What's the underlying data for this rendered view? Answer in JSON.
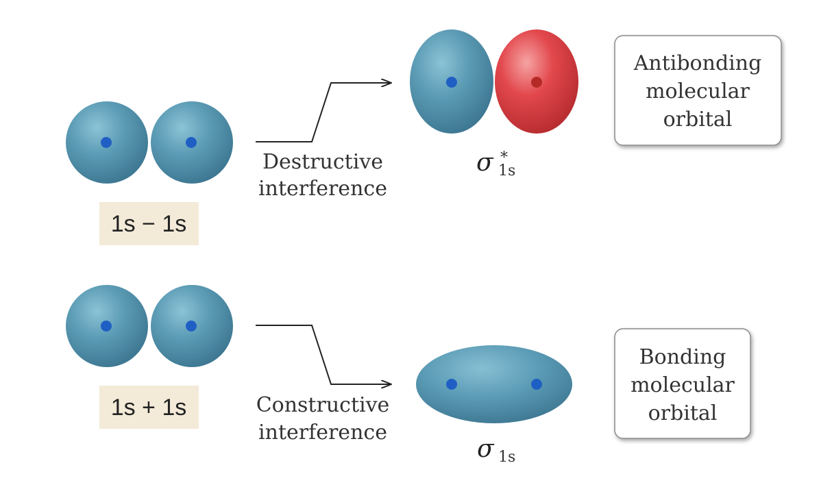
{
  "antibonding_row": {
    "combination_label": "1s − 1s",
    "interference_line1": "Destructive",
    "interference_line2": "interference",
    "orbital_symbol": "σ",
    "orbital_superscript": "*",
    "orbital_subscript": "1s",
    "box_line1": "Antibonding",
    "box_line2": "molecular",
    "box_line3": "orbital"
  },
  "bonding_row": {
    "combination_label": "1s + 1s",
    "interference_line1": "Constructive",
    "interference_line2": "interference",
    "orbital_symbol": "σ",
    "orbital_subscript": "1s",
    "box_line1": "Bonding",
    "box_line2": "molecular",
    "box_line3": "orbital"
  },
  "colors": {
    "orbital_blue": "#5b9bb5",
    "orbital_red": "#e0474c",
    "nucleus_blue": "#1f5fc4",
    "nucleus_red": "#b52a26",
    "label_background": "#f3ead8",
    "arrow": "#222222"
  }
}
